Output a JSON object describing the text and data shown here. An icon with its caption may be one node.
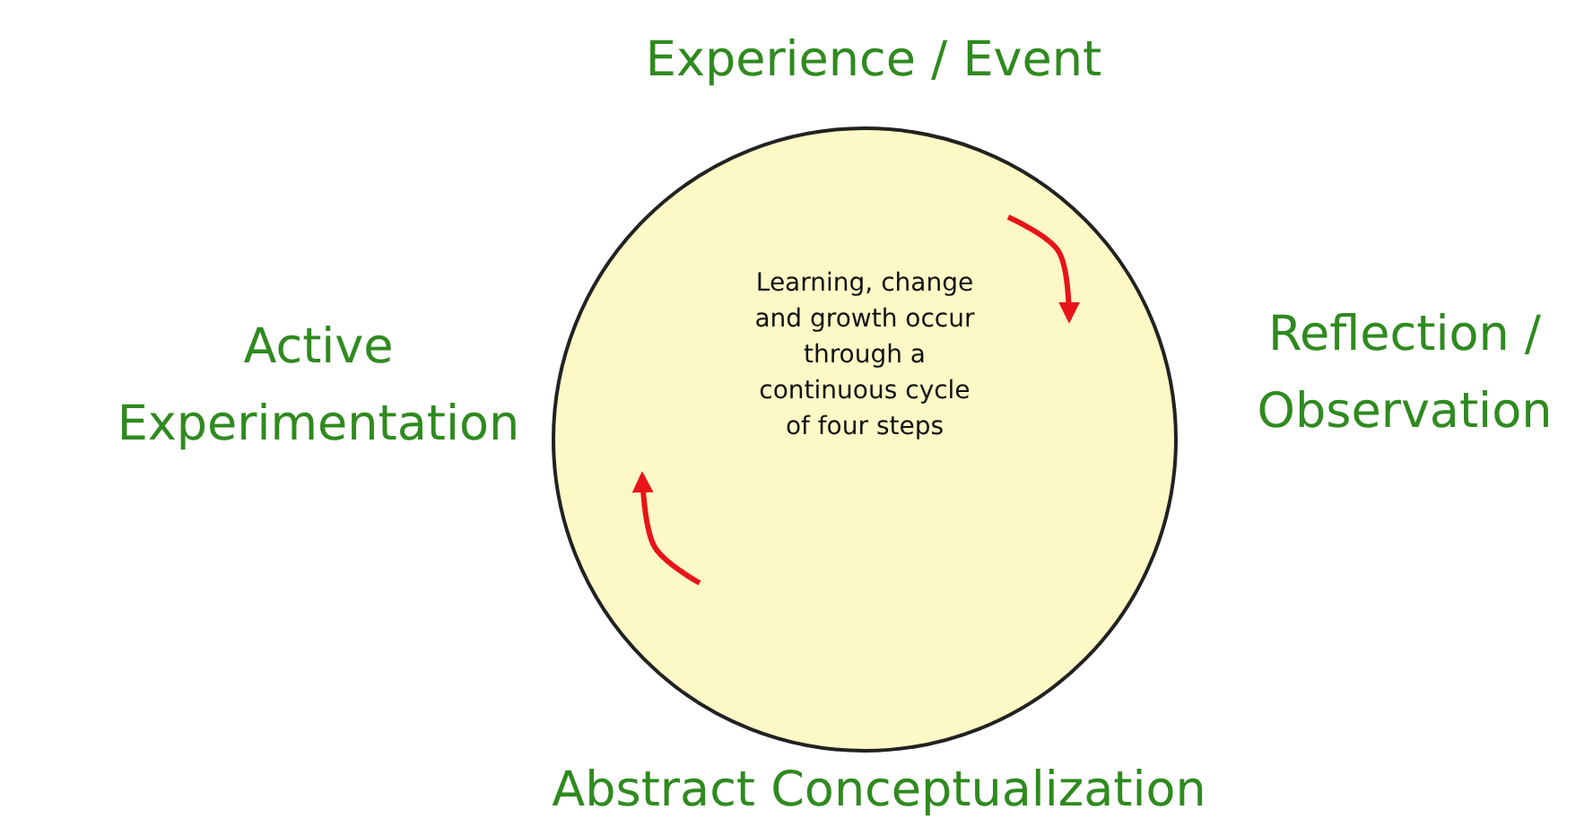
{
  "diagram": {
    "nodes": [
      {
        "text": [
          "Learning, change and growth occur through a continuous cycle of four steps"
        ]
      }
    ],
    "labels": [
      "Experience / Event",
      "Active Experimentation",
      "Reflection / Observation",
      "Abstract Conceptualization"
    ]
  }
}
